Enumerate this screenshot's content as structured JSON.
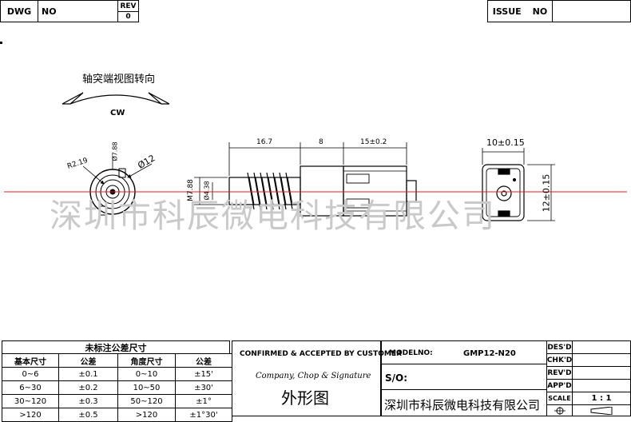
{
  "header": {
    "dwg_label": "DWG",
    "dwg_no": "NO",
    "rev_label": "REV",
    "rev_value": "0",
    "issue_label": "ISSUE",
    "issue_no": "NO"
  },
  "drawing": {
    "shaft_view_caption": "轴突端视图转向",
    "rotation": "CW",
    "dim_r": "R2.19",
    "dim_phi12": "Ø12",
    "dim_phi788": "Ø7.88",
    "dim_16_7": "16.7",
    "dim_8": "8",
    "dim_15": "15±0.2",
    "dim_m788": "M7.88",
    "dim_phi438": "Ø4.38",
    "dim_10": "10±0.15",
    "dim_12": "12±0.15",
    "watermark": "深圳市科辰微电科技有限公司"
  },
  "tolerance": {
    "title": "未标注公差尺寸",
    "headers": [
      "基本尺寸",
      "公差",
      "角度尺寸",
      "公差"
    ],
    "rows": [
      [
        "0~6",
        "±0.1",
        "0~10",
        "±15'"
      ],
      [
        "6~30",
        "±0.2",
        "10~50",
        "±30'"
      ],
      [
        "30~120",
        "±0.3",
        "50~120",
        "±1°"
      ],
      [
        ">120",
        "±0.5",
        ">120",
        "±1°30'"
      ]
    ]
  },
  "confirm": {
    "title": "CONFIRMED & ACCEPTED BY CUSTOMER",
    "signature": "Company, Chop & Signature",
    "drawing_name": "外形图"
  },
  "model": {
    "label": "MODELNO:",
    "value": "GMP12-N20",
    "so_label": "S/O:",
    "company": "深圳市科辰微电科技有限公司"
  },
  "signoff": {
    "des": "DES'D",
    "chk": "CHK'D",
    "rev": "REV'D",
    "app": "APP'D",
    "scale_label": "SCALE",
    "scale_value": "1 : 1"
  }
}
